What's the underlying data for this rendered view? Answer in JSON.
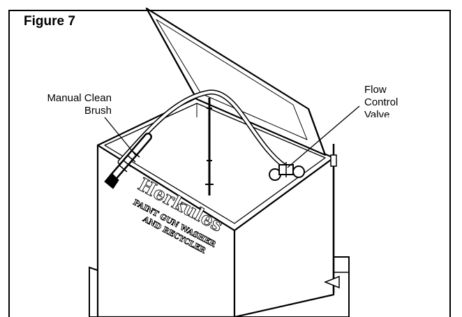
{
  "figure": {
    "title": "Figure 7",
    "callouts": {
      "brush_line1": "Manual Clean",
      "brush_line2": "Brush",
      "valve_line1": "Flow",
      "valve_line2": "Control",
      "valve_line3": "Valve"
    },
    "lid_text": {
      "brand": "Herkules",
      "line1": "PAINT GUN WASHER",
      "line2": "AND RECYCLER"
    }
  }
}
